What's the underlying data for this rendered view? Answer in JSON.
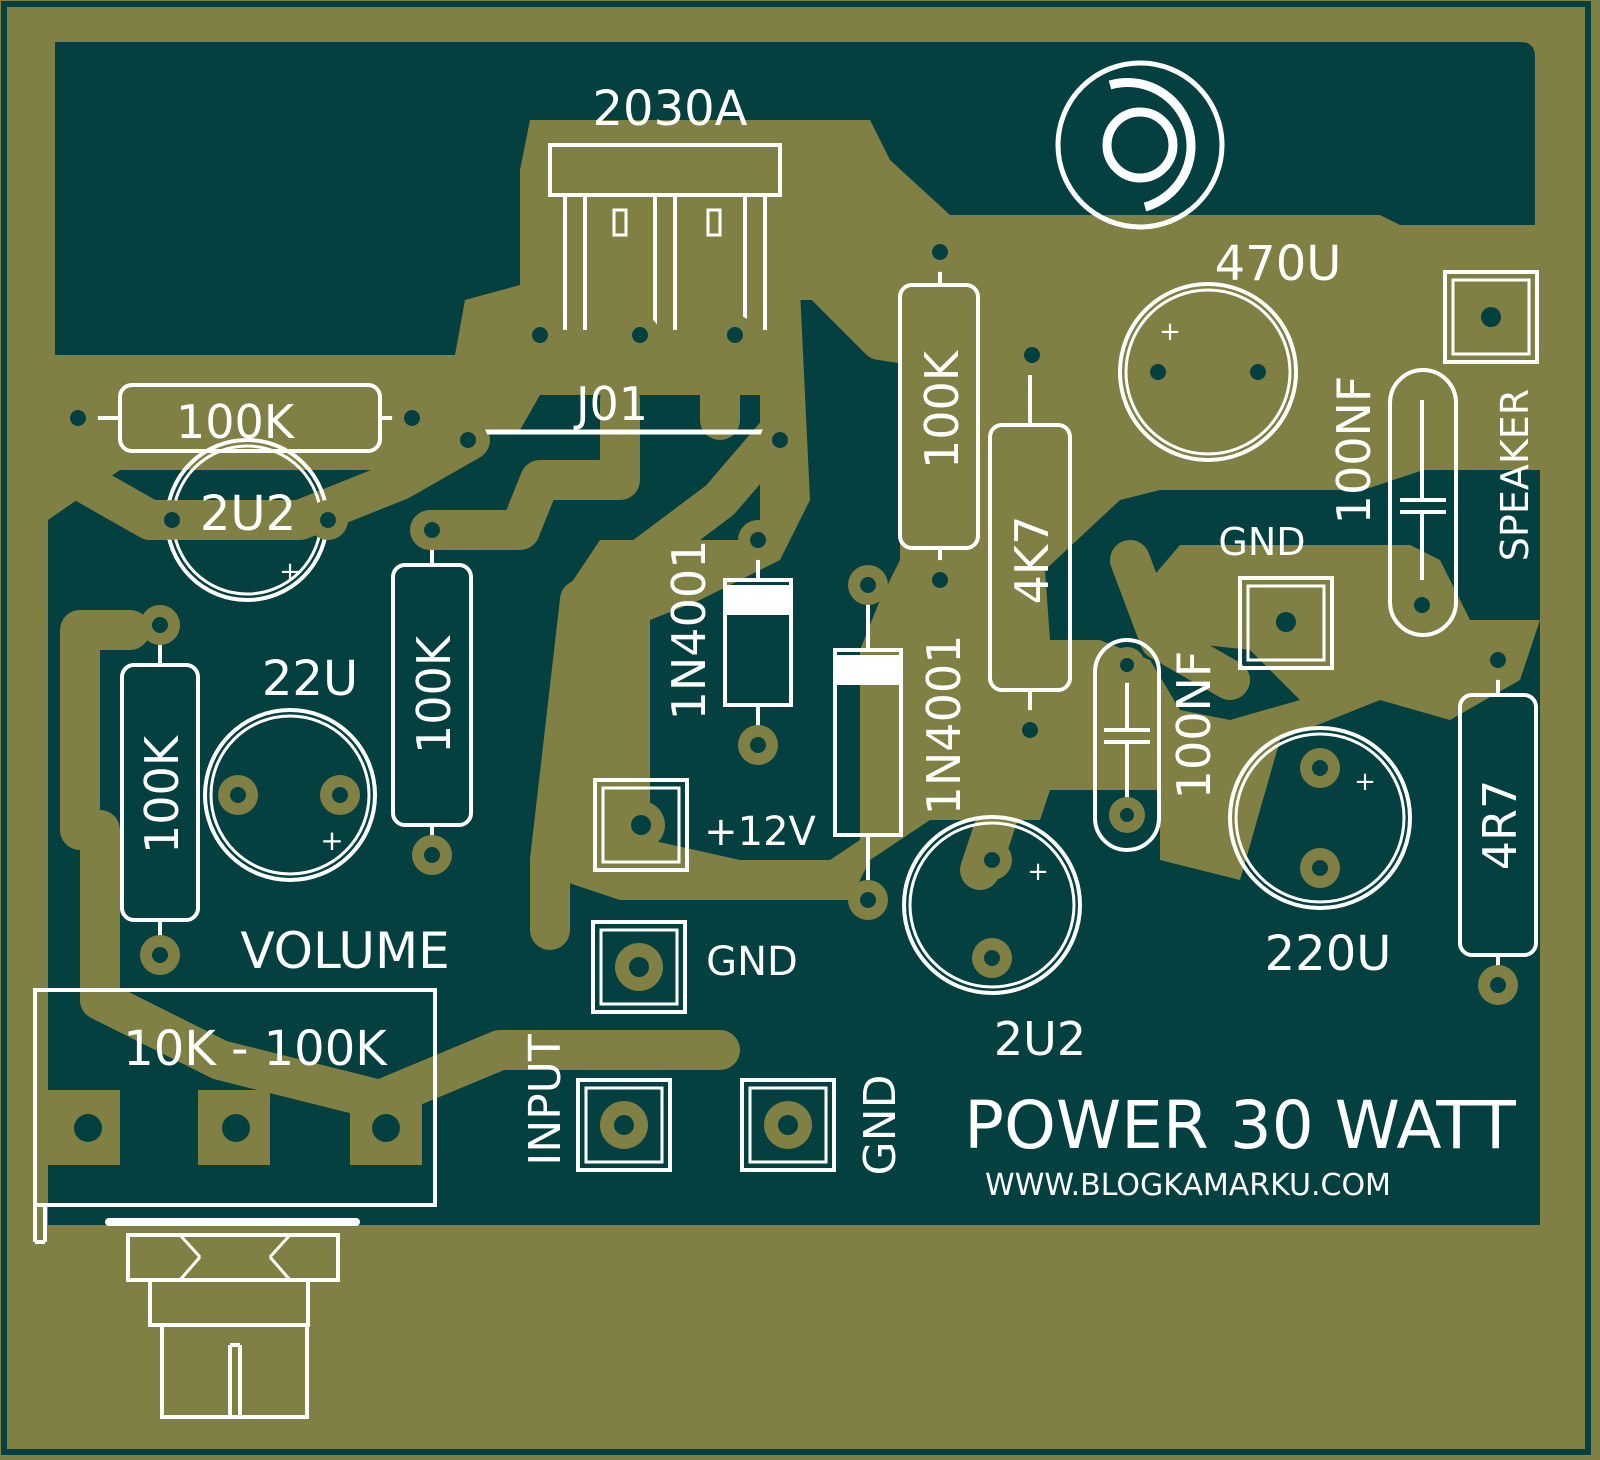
{
  "colors": {
    "board": "#818044",
    "copper_pour": "#04403f",
    "silkscreen": "#ffffff",
    "trace": "#818044"
  },
  "board": {
    "title": "POWER 30 WATT",
    "website": "WWW.BLOGKAMARKU.COM"
  },
  "labels": {
    "ic": "2030A",
    "jumper": "J01",
    "r_top": "100K",
    "c_2u2_top": "2U2",
    "c_22u": "22U",
    "r_left_vertical": "100K",
    "r_mid_vertical": "100K",
    "volume": "VOLUME",
    "pot_value": "10K - 100K",
    "input": "INPUT",
    "gnd_input": "GND",
    "gnd_power": "GND",
    "plus12v": "+12V",
    "diode_left": "1N4001",
    "diode_right": "1N4001",
    "r_center_vertical": "100K",
    "r_4k7": "4K7",
    "c_470u": "470U",
    "c_100nf_top": "100NF",
    "c_100nf_bottom": "100NF",
    "gnd_right": "GND",
    "speaker": "SPEAKER",
    "r_4r7": "4R7",
    "c_220u": "220U",
    "c_2u2_bottom": "2U2",
    "plus_sign": "+"
  }
}
